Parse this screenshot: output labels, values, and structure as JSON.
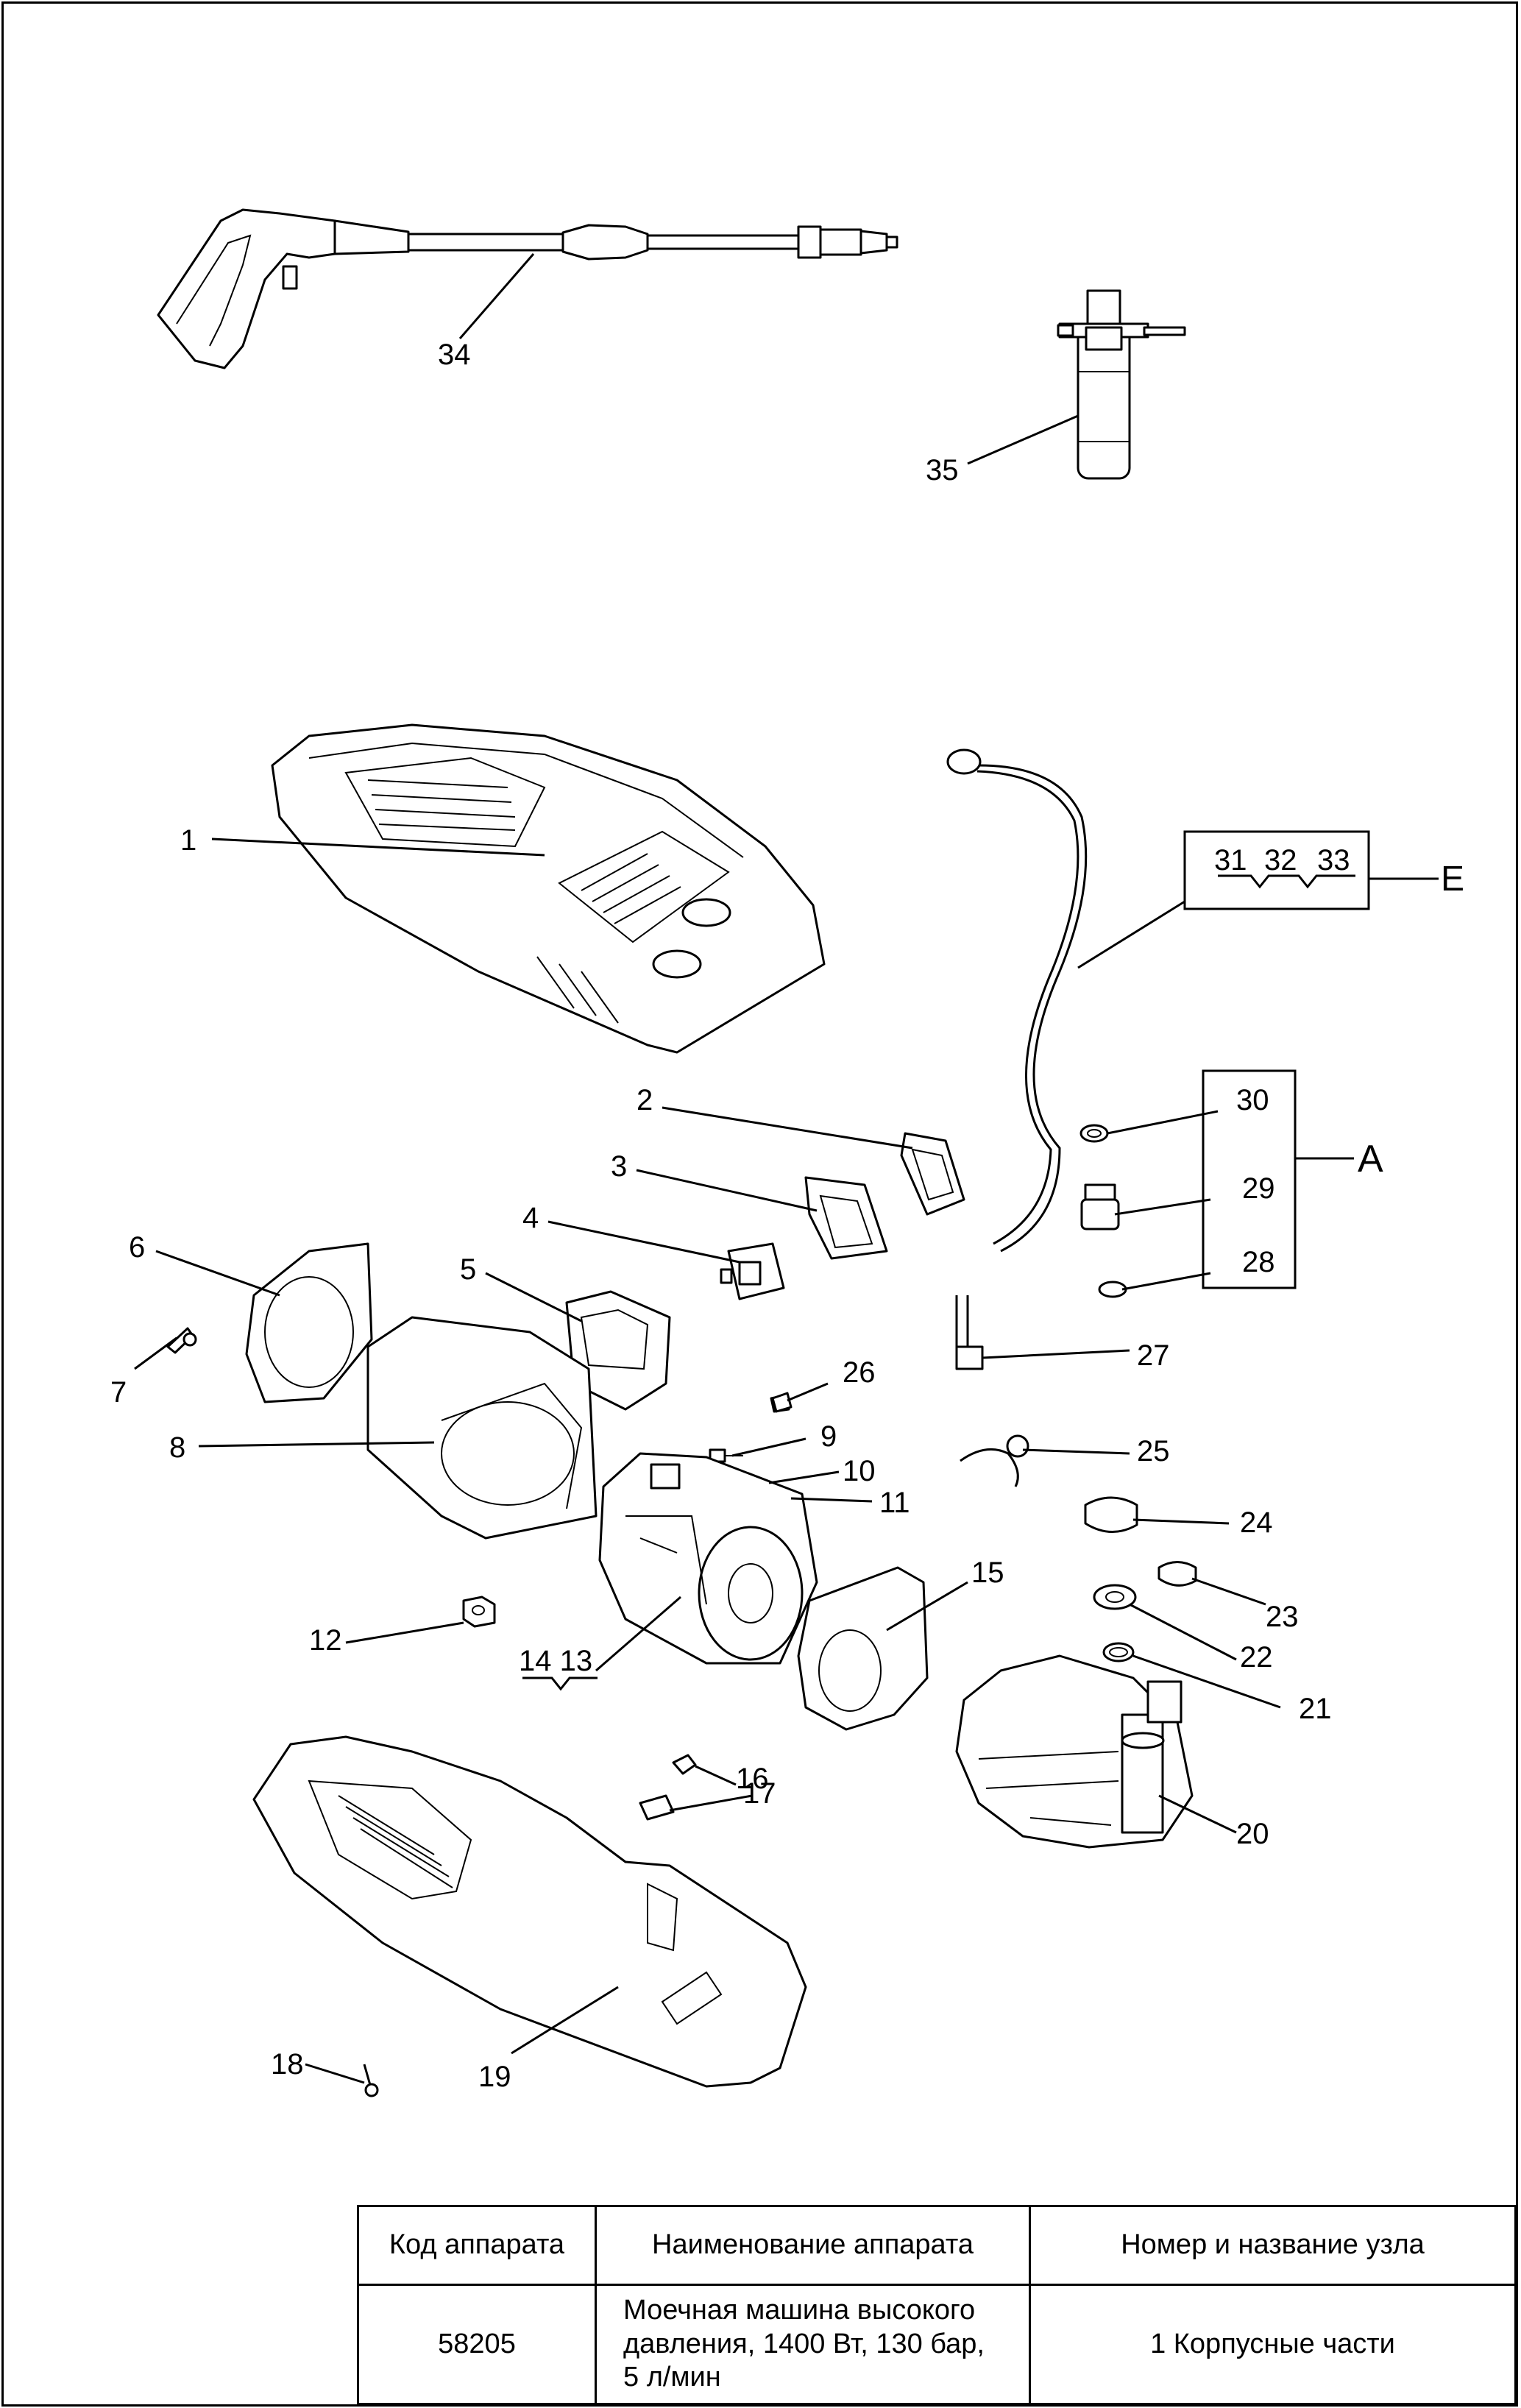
{
  "diagram": {
    "parts": [
      {
        "number": "1"
      },
      {
        "number": "2"
      },
      {
        "number": "3"
      },
      {
        "number": "4"
      },
      {
        "number": "5"
      },
      {
        "number": "6"
      },
      {
        "number": "7"
      },
      {
        "number": "8"
      },
      {
        "number": "9"
      },
      {
        "number": "10"
      },
      {
        "number": "11"
      },
      {
        "number": "12"
      },
      {
        "number": "14 13"
      },
      {
        "number": "15"
      },
      {
        "number": "16"
      },
      {
        "number": "17"
      },
      {
        "number": "18"
      },
      {
        "number": "19"
      },
      {
        "number": "20"
      },
      {
        "number": "21"
      },
      {
        "number": "22"
      },
      {
        "number": "23"
      },
      {
        "number": "24"
      },
      {
        "number": "25"
      },
      {
        "number": "26"
      },
      {
        "number": "27"
      },
      {
        "number": "28"
      },
      {
        "number": "29"
      },
      {
        "number": "30"
      },
      {
        "number": "31"
      },
      {
        "number": "32"
      },
      {
        "number": "33"
      },
      {
        "number": "34"
      },
      {
        "number": "35"
      }
    ],
    "group_a_label": "A",
    "group_e_label": "E"
  },
  "table": {
    "headers": [
      "Код аппарата",
      "Наименование аппарата",
      "Номер и название узла"
    ],
    "row": {
      "code": "58205",
      "name_lines": [
        "Моечная машина высокого",
        "давления, 1400 Вт, 130 бар,",
        "5 л/мин"
      ],
      "assembly": "1 Корпусные части"
    }
  }
}
